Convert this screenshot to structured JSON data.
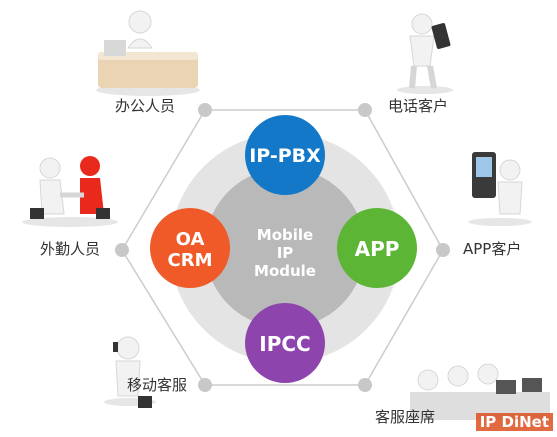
{
  "center": {
    "line1": "Mobile",
    "line2": "IP",
    "line3": "Module"
  },
  "modules": {
    "top": {
      "label": "IP-PBX",
      "color": "#1478c8"
    },
    "right": {
      "label": "APP",
      "color": "#5db535"
    },
    "bottom": {
      "label": "IPCC",
      "color": "#8e44ad"
    },
    "left": {
      "line1": "OA",
      "line2": "CRM",
      "color": "#f05a28"
    }
  },
  "nodes": {
    "top_left": {
      "label": "办公人员",
      "icon": "receptionist-desk-icon"
    },
    "top_right": {
      "label": "电话客户",
      "icon": "phone-user-icon"
    },
    "mid_left": {
      "label": "外勤人员",
      "icon": "handshake-icon"
    },
    "mid_right": {
      "label": "APP客户",
      "icon": "mobile-phone-user-icon"
    },
    "bottom_left": {
      "label": "移动客服",
      "icon": "mobile-service-icon"
    },
    "bottom_right": {
      "label": "客服座席",
      "icon": "call-center-agents-icon"
    }
  },
  "watermark": {
    "text": "IP DiNet"
  },
  "colors": {
    "hexagon": "#cccccc",
    "dot": "#c8c8c8",
    "ring_outer": "#e4e4e4",
    "ring_inner": "#b9b9b9"
  }
}
